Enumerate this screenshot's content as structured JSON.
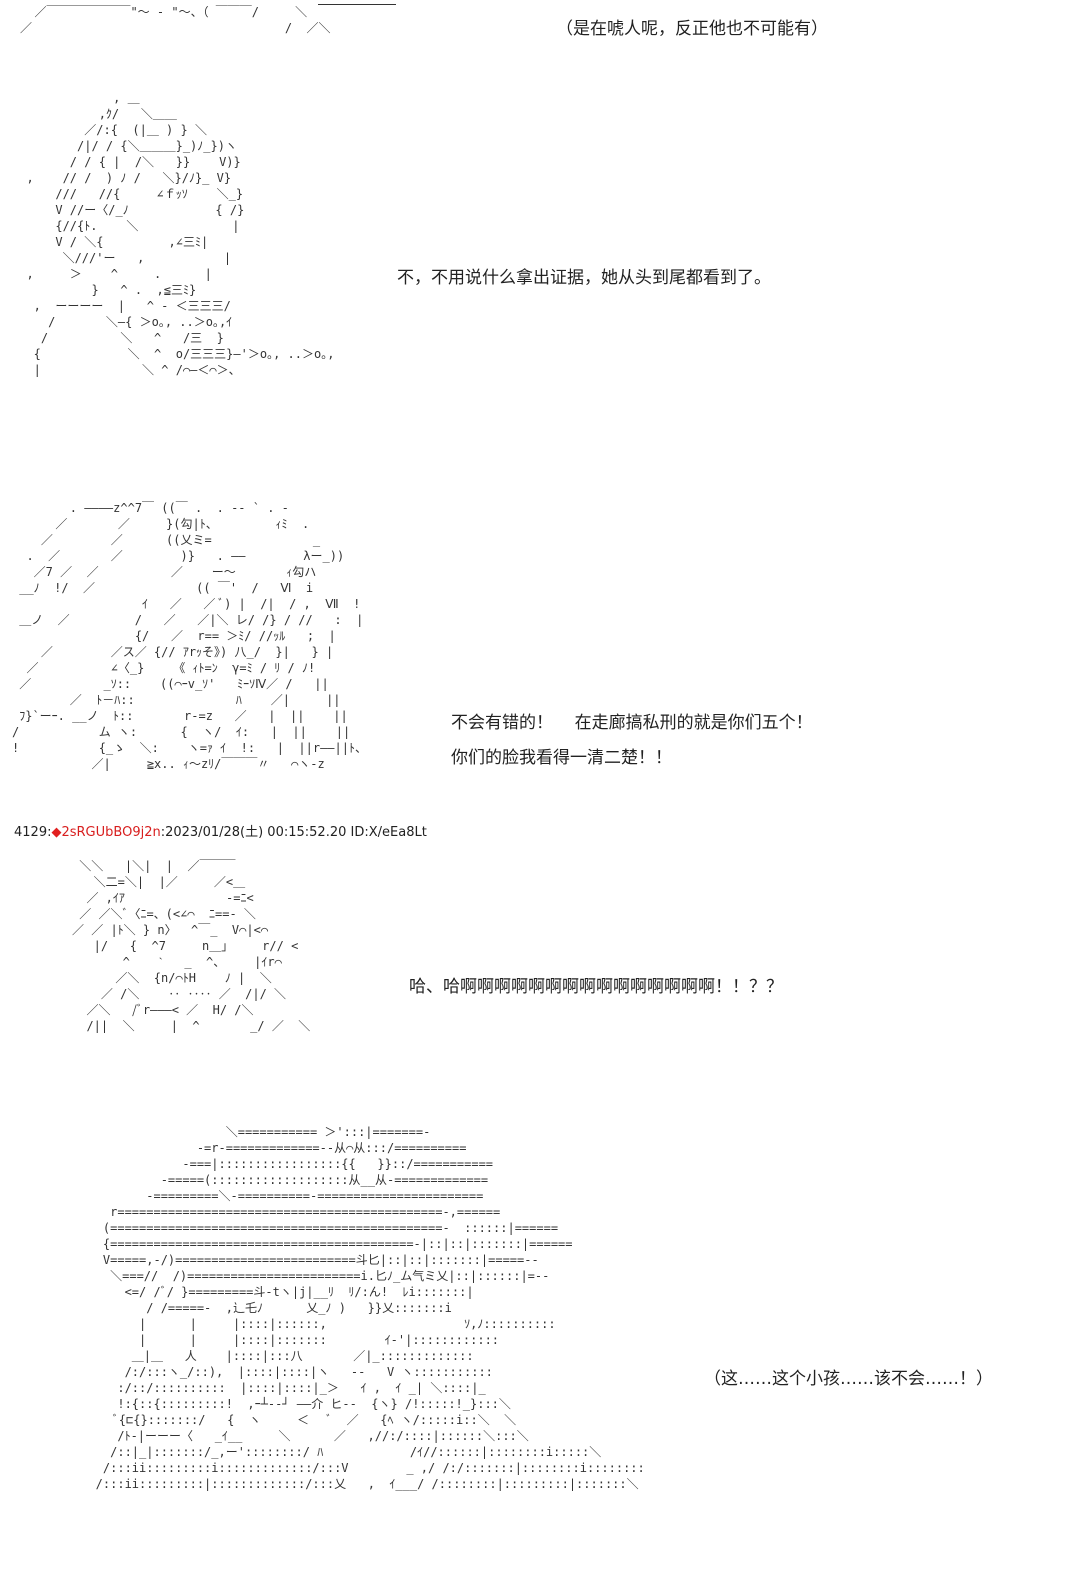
{
  "page": {
    "background": "#ffffff",
    "text_color": "#222222",
    "trip_color": "#d81e1e"
  },
  "panels": [
    {
      "id": "panel-top",
      "art": "  ／￣￣￣￣￣￣￣\"〜 - \"〜、（ ￣￣￣/     ＼\n／                                   /  ／＼",
      "dialog": [
        "（是在唬人呢，反正他也不可能有）"
      ]
    },
    {
      "id": "panel-man",
      "art": "              , ＿\n            ,ｸ/   ＼＿＿\n          ／/:{  (|＿ ) } ＼\n         /|/ / {＼＿＿＿}_)ﾉ_})ヽ\n        / / { |  /＼   }}    V)}\n  ,    // /  ) ﾉ /   ＼}/ﾉ}_ V}\n      ///   //{     ∠ｆｯｿ    ＼_}\n      V //ー〈/_ﾉ            { /}\n      {//{ﾄ.    ＼             |\n      V / ＼{         ,∠三ﾐ|\n       ＼///'ー   ,           |\n  ,     ＞    ^     .      |\n           }   ^ .  ,≦三ﾐ}\n   ,  ーーーー  |   ^ ‐ ＜三三三/\n     /       ＼—{ ＞o｡, ..＞o｡,ｲ\n    /          ＼   ^   /三  }\n   {            ＼  ^  o/三三三}—'＞o｡, ..＞o｡,\n   |              ＼ ^ /⌒—＜⌒＞、",
      "dialog": [
        "不，不用说什么拿出证据，她从头到尾都看到了。"
      ]
    },
    {
      "id": "panel-woman",
      "art": "        . ――――z^^7￣ ((￣ .  . -- ` . -\n      ／       ／     }(勾|ﾄ、        ｨﾐ  .\n    ／        ／      ((乂ミ=              _\n  .  ／       ／        )}   . ――        λー_))\n   ／7 ／  ／          ／    ー〜       ｨ勾ハ\n __ﾉ  !/  ／              (( ￣'  /   Ⅵ  i\n                  ｲ   ／   ／ ﾞ) |  /|  / ,  Ⅶ  !\n ＿ノ  ／         /   ／   ／|＼ レ/ /} / //   :  |\n                 {/   ／  r== ＞ﾐ/ //ｯﾙ   ;  |\n    ／        ／ス／ {// ｱrｯそ》) 八_/  }|   } |\n  ／          ∠〈_}    《 ｨﾄ=ﾝ  γ=ﾐ / ﾘ / ﾉ!\n ／          _ｿ::    ((⌒ｰv_ｿ'   ﾐｰｿⅣ／ /   ||\n        ／  ﾄ－ﾊ::              ﾊ    ／|     ||\n ﾌ}`ーｰ. __ノ  ﾄ::       r‐=z   ／   |  ||    ||\n/           ム ヽ:      {  ヽ/  ｲ:   |  ||    ||\n!           {_ゝ  ＼:    ヽ=ｧ ｲ  !:   |  ||r――||ﾄ、\n           ／|     ≧x.. ｨ〜zﾘ/￣￣￣〃   ⌒ヽ-z",
      "dialog": [
        "不会有错的！    在走廊搞私刑的就是你们五个！",
        "你们的脸我看得一清二楚！！"
      ]
    },
    {
      "id": "panel-boy",
      "art": " ＼＼   |＼|  |  ／￣￣￣\n   ＼二=＼|  |／     ／<＿\n  ／ ,ｲｱ              ‐=ﾆ<\n ／ ／＼ﾞ〈ﾆ=、(<∠⌒  ﾆ==‐ ＼\n／ ／ |ﾄ＼ } n〉  ^￣_  V⌒|<⌒\n   |/   {  ^7     n＿」    r// <\n       ^    ˋ   _  ^、    |ｲr⌒\n      ／＼  {n/⌒ﾄH    ﾉ |  ＼\n    ／ /＼    ‥ ‥‥ ／  /|/ ＼\n  ／＼   /ﾞr―――< ／  H/ /＼\n  /||  ＼     |  ^       _/ ／  ＼",
      "dialog": [
        "哈、哈啊啊啊啊啊啊啊啊啊啊啊啊啊啊啊！！？？"
      ]
    },
    {
      "id": "panel-kid",
      "art": "                     ＼=========== ＞':::|=======-\n                 ‐=r-=============--从⌒从:::/==========\n               -===|:::::::::::::::::{{   }}::/===========\n            -=====(:::::::::::::::::::从__从-=============\n          -=========＼-==========-=======================\n     r=============================================-,======\n    (==============================================‐  ::::::|======\n    {==========================================‐|::|::|:::::::|======\n    V=====,-/)=========================斗匕|::|::|:::::::|=====--\n     ＼===//  /)========================i.匕ﾉ_ム气ミ乂|::|::::::|=--\n       <=/ /ﾞ/ }=========斗‐tヽ|j|__ﾘ  ﾘ/:ん!  ﾚi:::::::|\n          / /=====‐  ,辶乇ﾉ      乂_ﾉ )   }}乂:::::::i\n         |      |     |::::|::::::,                   ｿ,ﾉ::::::::::\n         |      |     |::::|:::::::        ｲ‐'|::::::::::::\n        ＿|＿   人    |::::|:::八       ／|_:::::::::::::\n       /:/:::ヽ_/::),  |::::|::::|ヽ   --   V ヽ:::::::::::\n      :/::/::::::::::  |::::|::::|_＞   ｲ ,  ｲ _| ＼::::|_\n      !:{::{:::::::::!  ,ｰ┴--┘ ――介 ヒ--  {ヽ} /!:::::!_}:::＼\n      ﾞ{⊏{}:::::::/   {  ヽ     ＜   ﾞ  ／   {ﾍ ヽ/:::::i::＼  ＼\n      /ﾄ-|ーーー〈   _ｲ__     ＼      ／   ,//:/::::|::::::＼:::＼\n     /::|_|:::::::/_,ー'::::::::/ ﾊ            /ｲ//::::::|::::::::i:::::＼\n    /:::ii:::::::::i:::::::::::::/:::V        _ ,/ /:/:::::::|::::::::i::::::::\n   /:::ii:::::::::|:::::::::::::/:::乂   ,  ｲ___/ /::::::::|:::::::::|:::::::＼",
      "dialog": [
        "（这……这个小孩……该不会……！）"
      ]
    }
  ],
  "post_header": {
    "number": "4129",
    "separator": ":",
    "diamond": "◆",
    "tripcode": "2sRGUbBO9j2n",
    "datetime": ":2023/01/28(土) 00:15:52.20",
    "id_label": " ID:X/eEa8Lt"
  }
}
